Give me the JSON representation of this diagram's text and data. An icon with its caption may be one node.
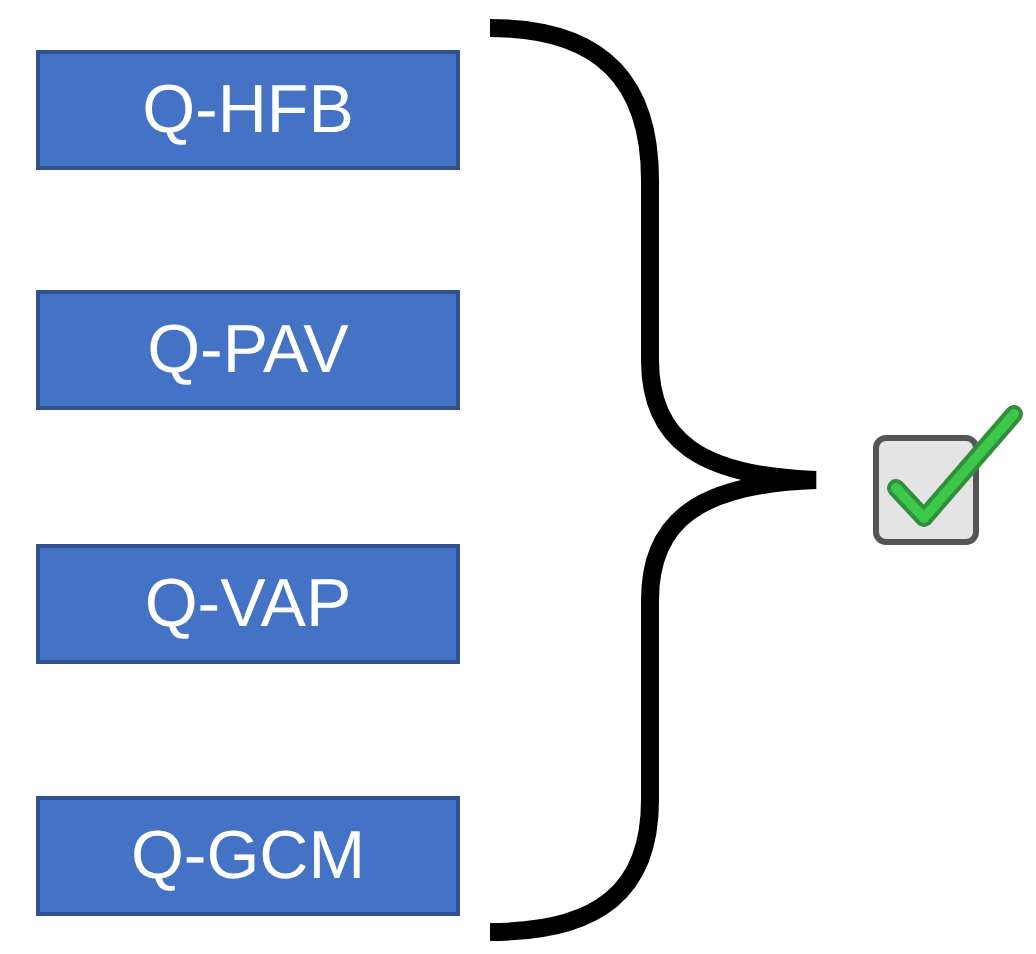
{
  "diagram": {
    "nodes": [
      {
        "text": [
          "Q-HFB"
        ]
      },
      {
        "text": [
          "Q-PAV"
        ]
      },
      {
        "text": [
          "Q-VAP"
        ]
      },
      {
        "text": [
          "Q-GCM"
        ]
      }
    ]
  }
}
